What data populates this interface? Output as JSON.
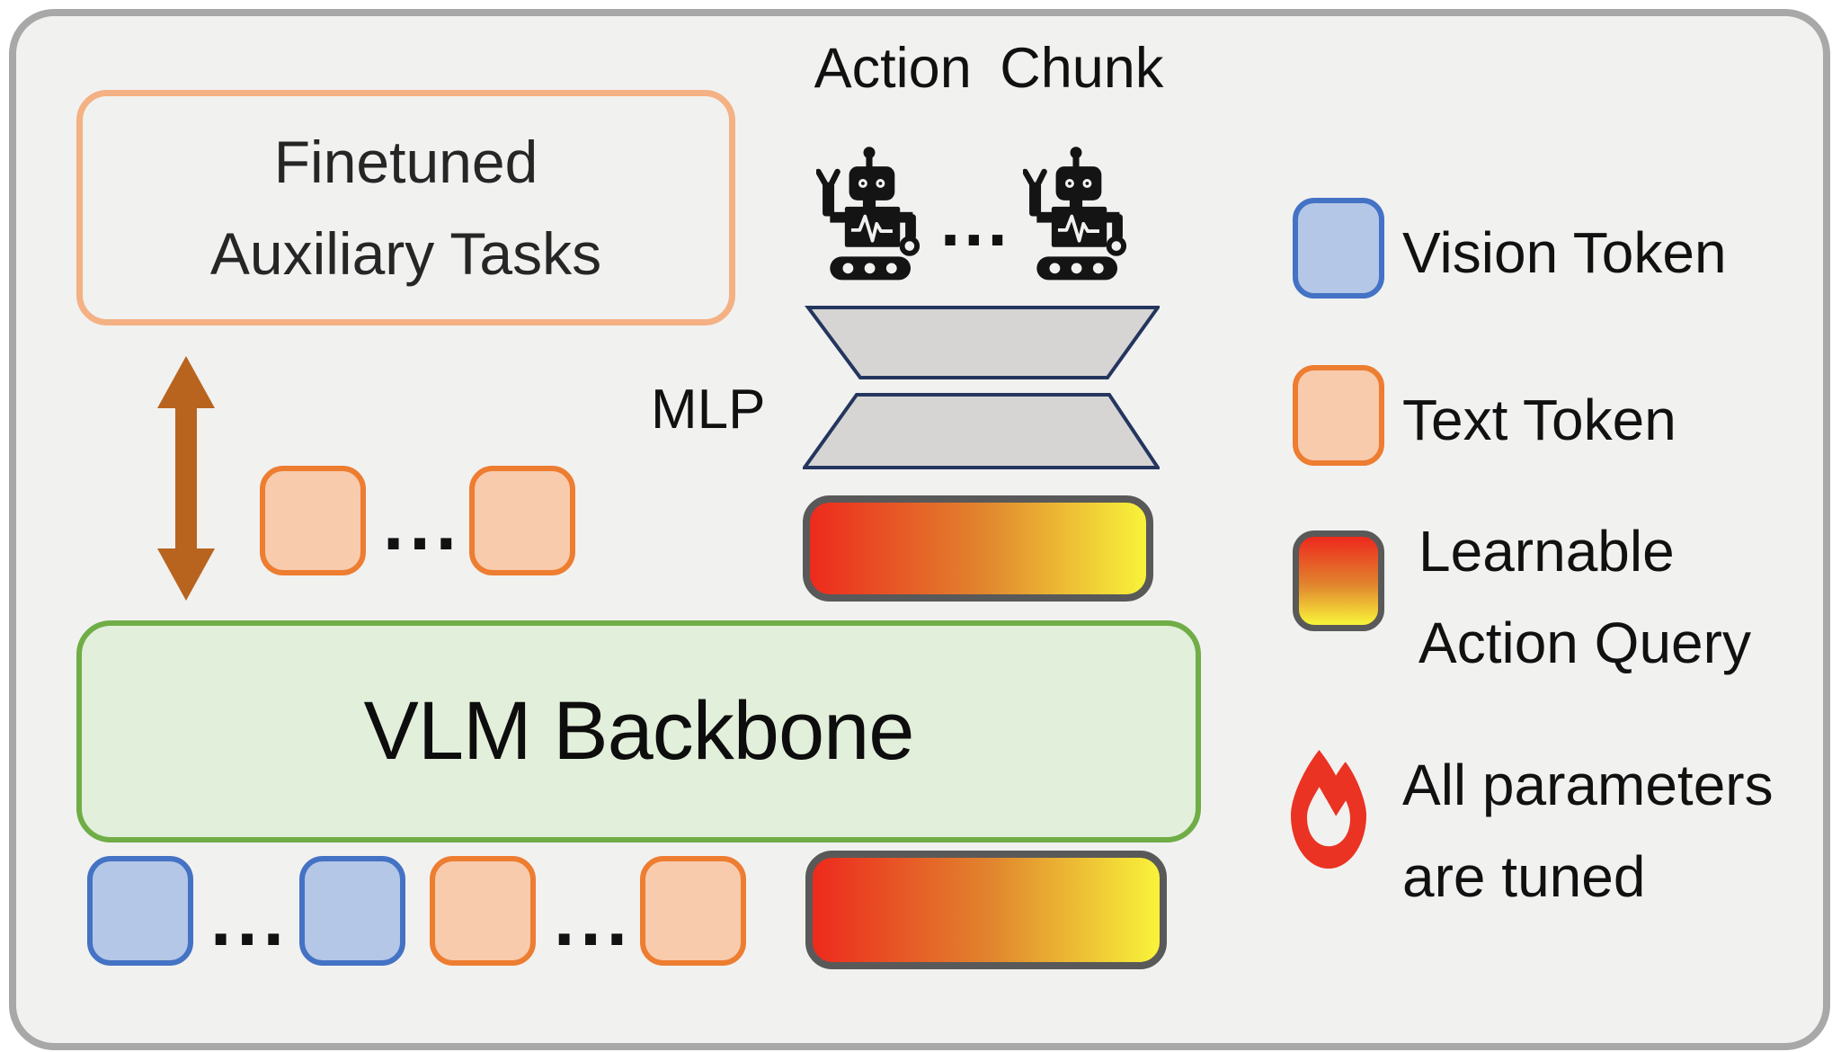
{
  "colors": {
    "page_background": "#ffffff",
    "figure_background": "#f1f1f0",
    "figure_border": "#a8a8a8",
    "orange_border": "#ed7d31",
    "orange_fill": "#f8cbad",
    "orange_light_border": "#f4b183",
    "blue_border": "#4472c4",
    "blue_fill": "#b4c7e7",
    "green_border": "#70ad47",
    "green_fill": "#e2efda",
    "gray_border": "#595959",
    "navy_border": "#24365e",
    "trapezoid_fill": "#d6d5d3",
    "arrow_brown": "#b8641f",
    "flame_red": "#ea3323",
    "gradient_start": "#ed2c1e",
    "gradient_mid": "#e1862e",
    "gradient_end": "#f8f13a",
    "text": "#1a1a1a"
  },
  "auxiliary_box": {
    "line1": "Finetuned",
    "line2": "Auxiliary Tasks"
  },
  "action_chunk": {
    "label": "Action Chunk",
    "ellipsis": "..."
  },
  "mlp": {
    "label": "MLP"
  },
  "vlm_backbone": {
    "label": "VLM Backbone"
  },
  "mid_tokens": {
    "ellipsis": "..."
  },
  "bottom_row": {
    "ellipsis_vision": "...",
    "ellipsis_text": "..."
  },
  "legend": {
    "vision": {
      "label": "Vision Token"
    },
    "text": {
      "label": "Text Token"
    },
    "learnable": {
      "line1": "Learnable",
      "line2": "Action Query"
    },
    "tuned": {
      "line1": "All parameters",
      "line2": "are tuned"
    }
  }
}
